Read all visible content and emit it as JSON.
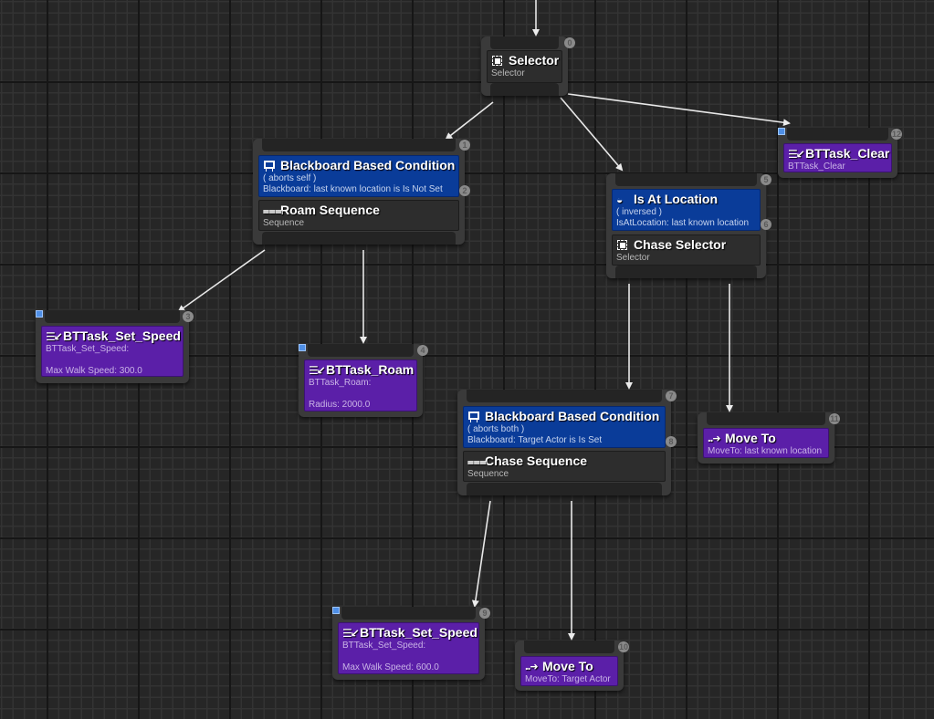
{
  "editor": {
    "type": "Behavior Tree Graph",
    "wire_color": "#e8e8e8",
    "colors": {
      "composite": "#2d2d2d",
      "decorator": "#0a3c99",
      "task": "#5b1fa8",
      "breakpoint_marker": "#4f8fe6"
    }
  },
  "nodes": {
    "selector": {
      "index": "0",
      "icon": "selector-icon",
      "title": "Selector",
      "subtitle": "Selector"
    },
    "roam": {
      "index": "1",
      "decorator": {
        "index": "2",
        "icon": "blackboard-icon",
        "title": "Blackboard Based Condition",
        "line1": "( aborts self )",
        "line2": "Blackboard: last known location is Is Not Set"
      },
      "composite": {
        "icon": "sequence-icon",
        "title": "Roam Sequence",
        "subtitle": "Sequence"
      }
    },
    "set_speed_roam": {
      "index": "3",
      "icon": "task-icon",
      "title": "BTTask_Set_Speed",
      "line1": "BTTask_Set_Speed:",
      "line2": "Max Walk Speed: 300.0"
    },
    "roam_task": {
      "index": "4",
      "icon": "task-icon",
      "title": "BTTask_Roam",
      "line1": "BTTask_Roam:",
      "line2": "Radius: 2000.0"
    },
    "is_at_location": {
      "index": "5",
      "decorator": {
        "index": "6",
        "icon": "location-icon",
        "title": "Is At Location",
        "line1": "( inversed )",
        "line2": "IsAtLocation: last known location"
      },
      "composite": {
        "icon": "selector-icon",
        "title": "Chase Selector",
        "subtitle": "Selector"
      }
    },
    "chase": {
      "index": "7",
      "decorator": {
        "index": "8",
        "icon": "blackboard-icon",
        "title": "Blackboard Based Condition",
        "line1": "( aborts both )",
        "line2": "Blackboard: Target Actor is Is Set"
      },
      "composite": {
        "icon": "sequence-icon",
        "title": "Chase Sequence",
        "subtitle": "Sequence"
      }
    },
    "set_speed_chase": {
      "index": "9",
      "icon": "task-icon",
      "title": "BTTask_Set_Speed",
      "line1": "BTTask_Set_Speed:",
      "line2": "Max Walk Speed: 600.0"
    },
    "move_to_target": {
      "index": "10",
      "icon": "move-to-icon",
      "title": "Move To",
      "line1": "MoveTo: Target Actor"
    },
    "move_to_last": {
      "index": "11",
      "icon": "move-to-icon",
      "title": "Move To",
      "line1": "MoveTo: last known location"
    },
    "clear": {
      "index": "12",
      "icon": "task-icon",
      "title": "BTTask_Clear",
      "line1": "BTTask_Clear"
    }
  },
  "icons": {
    "sequence": "⩶",
    "task": "☰↙",
    "move_to": "․․➜",
    "location": "◒"
  }
}
